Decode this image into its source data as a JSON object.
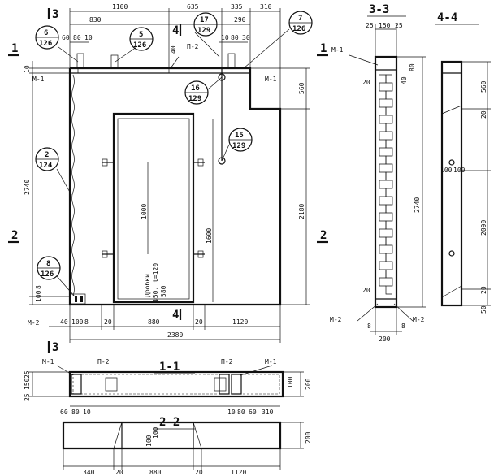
{
  "views": {
    "v33": "3-3",
    "v44": "4-4",
    "v11": "1-1",
    "v22": "2-2"
  },
  "cuts": {
    "c3top": "3",
    "c4top": "4",
    "c1l": "1",
    "c1r": "1",
    "c2l": "2",
    "c2r": "2",
    "c4bot": "4",
    "c3bot": "3"
  },
  "marks": {
    "m1a": "М-1",
    "m1b": "М-1",
    "m1c": "М-1",
    "m1d": "М-1",
    "m1e": "М-1",
    "m2a": "М-2",
    "m2b": "М-2",
    "m2c": "М-2",
    "p2a": "П-2",
    "p2b": "П-2",
    "p2c": "П-2"
  },
  "bubbles": [
    {
      "top": "6",
      "bot": "126"
    },
    {
      "top": "5",
      "bot": "126"
    },
    {
      "top": "17",
      "bot": "129"
    },
    {
      "top": "7",
      "bot": "126"
    },
    {
      "top": "16",
      "bot": "129"
    },
    {
      "top": "15",
      "bot": "129"
    },
    {
      "top": "2",
      "bot": "124"
    },
    {
      "top": "8",
      "bot": "126"
    }
  ],
  "front": {
    "top": [
      "1100",
      "635",
      "335",
      "310"
    ],
    "top2": [
      "830",
      "60",
      "80",
      "10",
      "290",
      "10",
      "80",
      "30",
      "40"
    ],
    "left": [
      "10",
      "2740",
      "100",
      "8"
    ],
    "right": [
      "560",
      "2180"
    ],
    "inner": [
      "1000",
      "1600"
    ],
    "bottom": [
      "40",
      "100",
      "8",
      "20",
      "880",
      "20",
      "1120"
    ],
    "total": "2380",
    "note1": "Дробки",
    "note2": "Ф50, t=120",
    "note3": "580"
  },
  "s33": {
    "top": [
      "25",
      "150",
      "25"
    ],
    "side": [
      "20",
      "40",
      "80",
      "20",
      "2740"
    ],
    "bottom": [
      "8",
      "200",
      "8"
    ]
  },
  "s44": {
    "dims": [
      "560",
      "20",
      "100",
      "100",
      "2090",
      "20",
      "50"
    ]
  },
  "s11": {
    "left": [
      "25",
      "150",
      "25"
    ],
    "bottom": [
      "60",
      "80",
      "10",
      "10",
      "80",
      "60",
      "310"
    ],
    "right": [
      "100",
      "200"
    ]
  },
  "s22": {
    "side": [
      "100",
      "100"
    ],
    "right": "200",
    "bottom": [
      "340",
      "20",
      "880",
      "20",
      "1120"
    ]
  }
}
